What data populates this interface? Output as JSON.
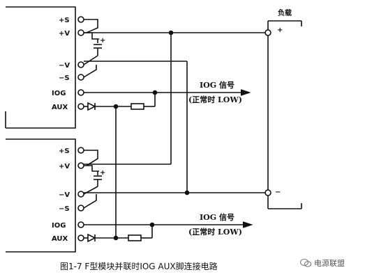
{
  "module1": {
    "pins": [
      "+S",
      "+V",
      "−V",
      "−S",
      "IOG",
      "AUX"
    ]
  },
  "module2": {
    "pins": [
      "+S",
      "+V",
      "−V",
      "−S",
      "IOG",
      "AUX"
    ]
  },
  "load_label": "负载",
  "load_plus": "+",
  "load_minus": "−",
  "iog1": {
    "title": "IOG 信号",
    "note": "(正常时 LOW)"
  },
  "iog2": {
    "title": "IOG 信号",
    "note": "(正常时 LOW)"
  },
  "caption": "图1-7 F型模块并联时IOG AUX脚连接电路",
  "watermark": "电源联盟"
}
